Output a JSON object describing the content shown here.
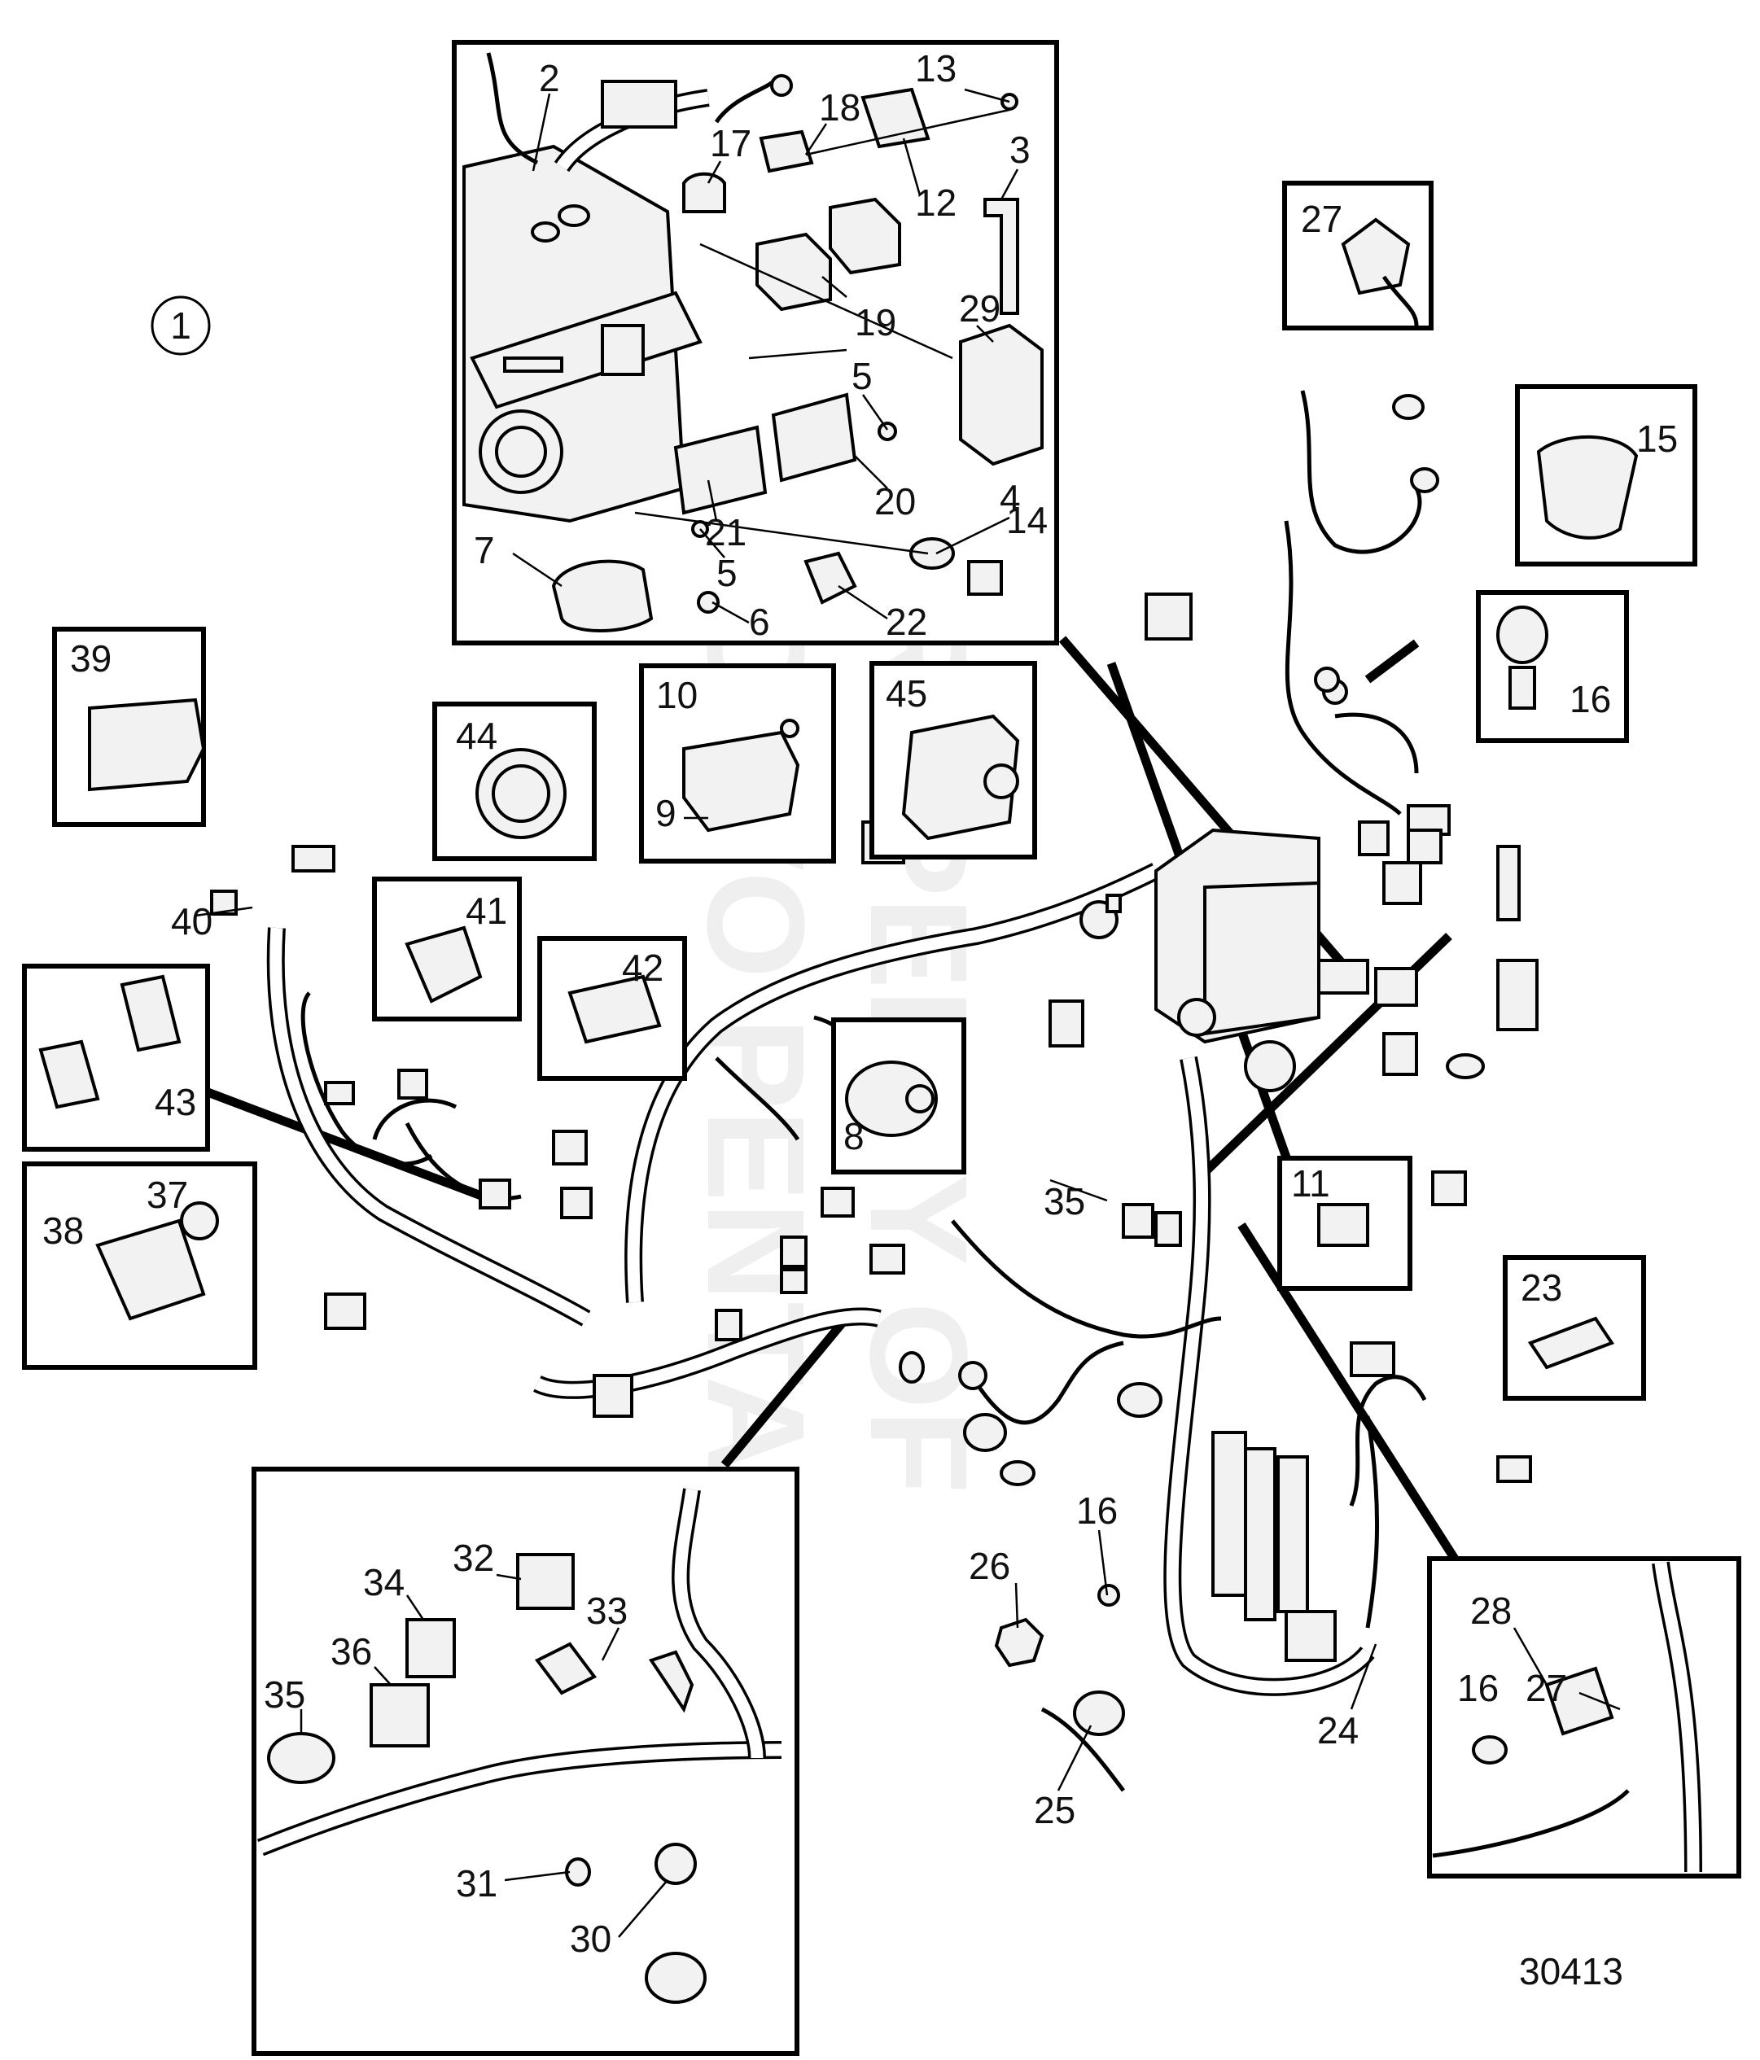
{
  "diagram": {
    "assembly_number": "1",
    "drawing_number": "30413",
    "watermark": {
      "line1": "PROPERTY OF",
      "line2": "VOLVO PENTA"
    },
    "labels": [
      {
        "id": "l2",
        "text": "2"
      },
      {
        "id": "l13",
        "text": "13"
      },
      {
        "id": "l3",
        "text": "3"
      },
      {
        "id": "l18",
        "text": "18"
      },
      {
        "id": "l17",
        "text": "17"
      },
      {
        "id": "l12",
        "text": "12"
      },
      {
        "id": "l19",
        "text": "19"
      },
      {
        "id": "l29",
        "text": "29"
      },
      {
        "id": "l5a",
        "text": "5"
      },
      {
        "id": "l20",
        "text": "20"
      },
      {
        "id": "l4",
        "text": "4"
      },
      {
        "id": "l14",
        "text": "14"
      },
      {
        "id": "l21",
        "text": "21"
      },
      {
        "id": "l5b",
        "text": "5"
      },
      {
        "id": "l7",
        "text": "7"
      },
      {
        "id": "l6",
        "text": "6"
      },
      {
        "id": "l22",
        "text": "22"
      },
      {
        "id": "l27a",
        "text": "27"
      },
      {
        "id": "l15",
        "text": "15"
      },
      {
        "id": "l16a",
        "text": "16"
      },
      {
        "id": "l39",
        "text": "39"
      },
      {
        "id": "l40",
        "text": "40"
      },
      {
        "id": "l44",
        "text": "44"
      },
      {
        "id": "l10",
        "text": "10"
      },
      {
        "id": "l9",
        "text": "9"
      },
      {
        "id": "l45",
        "text": "45"
      },
      {
        "id": "l41",
        "text": "41"
      },
      {
        "id": "l42",
        "text": "42"
      },
      {
        "id": "l43",
        "text": "43"
      },
      {
        "id": "l8",
        "text": "8"
      },
      {
        "id": "l11",
        "text": "11"
      },
      {
        "id": "l37",
        "text": "37"
      },
      {
        "id": "l38",
        "text": "38"
      },
      {
        "id": "l35a",
        "text": "35"
      },
      {
        "id": "l23",
        "text": "23"
      },
      {
        "id": "l16b",
        "text": "16"
      },
      {
        "id": "l26",
        "text": "26"
      },
      {
        "id": "l24",
        "text": "24"
      },
      {
        "id": "l25",
        "text": "25"
      },
      {
        "id": "l28",
        "text": "28"
      },
      {
        "id": "l16c",
        "text": "16"
      },
      {
        "id": "l27b",
        "text": "27"
      },
      {
        "id": "l32",
        "text": "32"
      },
      {
        "id": "l34",
        "text": "34"
      },
      {
        "id": "l33",
        "text": "33"
      },
      {
        "id": "l36",
        "text": "36"
      },
      {
        "id": "l35b",
        "text": "35"
      },
      {
        "id": "l31",
        "text": "31"
      },
      {
        "id": "l30",
        "text": "30"
      }
    ]
  }
}
